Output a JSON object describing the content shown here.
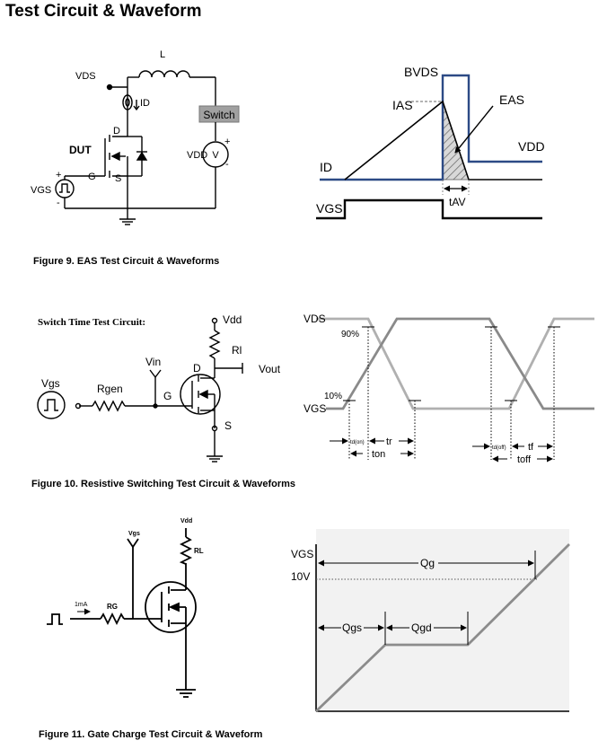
{
  "page_title": "Test Circuit & Waveform",
  "fig9": {
    "caption": "Figure 9. EAS Test Circuit & Waveforms",
    "circuit": {
      "vds": "VDS",
      "l": "L",
      "id": "ID",
      "switch": "Switch",
      "d": "D",
      "dut": "DUT",
      "vdd": "VDD",
      "v": "V",
      "plus": "+",
      "minus": "-",
      "g": "G",
      "s": "S",
      "vgs": "VGS"
    },
    "wave": {
      "bvds": "BVDS",
      "ias": "IAS",
      "eas": "EAS",
      "vdd": "VDD",
      "id": "ID",
      "tav": "tAV",
      "vgs": "VGS"
    }
  },
  "fig10": {
    "caption": "Figure 10.  Resistive Switching Test Circuit & Waveforms",
    "circuit": {
      "title": "Switch Time Test Circuit:",
      "vdd": "Vdd",
      "rl": "Rl",
      "vin": "Vin",
      "vout": "Vout",
      "d": "D",
      "vgs": "Vgs",
      "rgen": "Rgen",
      "g": "G",
      "s": "S"
    },
    "wave": {
      "vds": "VDS",
      "p90": "90%",
      "p10": "10%",
      "vgs": "VGS",
      "tdon": "td(on)",
      "tr": "tr",
      "ton": "ton",
      "tdoff": "td(off)",
      "tf": "tf",
      "toff": "toff"
    }
  },
  "fig11": {
    "caption": "Figure 11. Gate Charge Test Circuit & Waveform",
    "circuit": {
      "vgs": "Vgs",
      "vdd": "Vdd",
      "rl": "RL",
      "ima": "1mA",
      "rg": "RG"
    },
    "wave": {
      "vgs": "VGS",
      "v10": "10V",
      "qg": "Qg",
      "qgs": "Qgs",
      "qgd": "Qgd"
    }
  }
}
